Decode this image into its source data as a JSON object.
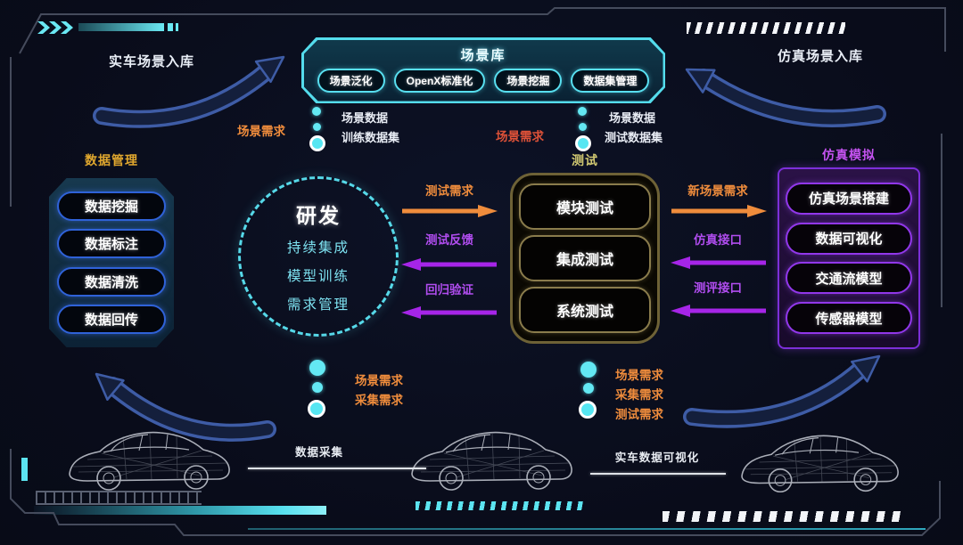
{
  "colors": {
    "background": "#0a0d1c",
    "accent_cyan": "#5fe3f0",
    "accent_orange": "#ef8c3c",
    "accent_red": "#dd5138",
    "accent_purple": "#a625e8",
    "accent_gold": "#e0a72e",
    "accent_khaki": "#d3ca72",
    "accent_magenta": "#c653f2",
    "swoosh_blue": "#3e5ca6"
  },
  "scenario_library": {
    "title": "场景库",
    "pills": [
      "场景泛化",
      "OpenX标准化",
      "场景挖掘",
      "数据集管理"
    ]
  },
  "flows": {
    "real_car_in": "实车场景入库",
    "sim_in": "仿真场景入库"
  },
  "connectors": {
    "train": {
      "demand": "场景需求",
      "data_lines": [
        "场景数据",
        "训练数据集"
      ]
    },
    "test": {
      "demand": "场景需求",
      "data_lines": [
        "场景数据",
        "测试数据集"
      ]
    },
    "bottom_left": {
      "demands": [
        "场景需求",
        "采集需求"
      ]
    },
    "bottom_mid": {
      "demands": [
        "场景需求",
        "采集需求",
        "测试需求"
      ]
    }
  },
  "data_management": {
    "label": "数据管理",
    "pills": [
      "数据挖掘",
      "数据标注",
      "数据清洗",
      "数据回传"
    ]
  },
  "dev": {
    "title": "研发",
    "items": [
      "持续集成",
      "模型训练",
      "需求管理"
    ]
  },
  "dev_test_arrows": [
    {
      "label": "测试需求",
      "direction": "right",
      "color": "orange"
    },
    {
      "label": "测试反馈",
      "direction": "left",
      "color": "purple"
    },
    {
      "label": "回归验证",
      "direction": "left",
      "color": "purple"
    }
  ],
  "testing": {
    "label": "测试",
    "pills": [
      "模块测试",
      "集成测试",
      "系统测试"
    ]
  },
  "test_sim_arrows": [
    {
      "label": "新场景需求",
      "direction": "right",
      "color": "orange"
    },
    {
      "label": "仿真接口",
      "direction": "left",
      "color": "purple"
    },
    {
      "label": "测评接口",
      "direction": "left",
      "color": "purple"
    }
  ],
  "simulation": {
    "label": "仿真模拟",
    "pills": [
      "仿真场景搭建",
      "数据可视化",
      "交通流模型",
      "传感器模型"
    ]
  },
  "captions": {
    "data_collection": "数据采集",
    "real_car_visualization": "实车数据可视化"
  }
}
